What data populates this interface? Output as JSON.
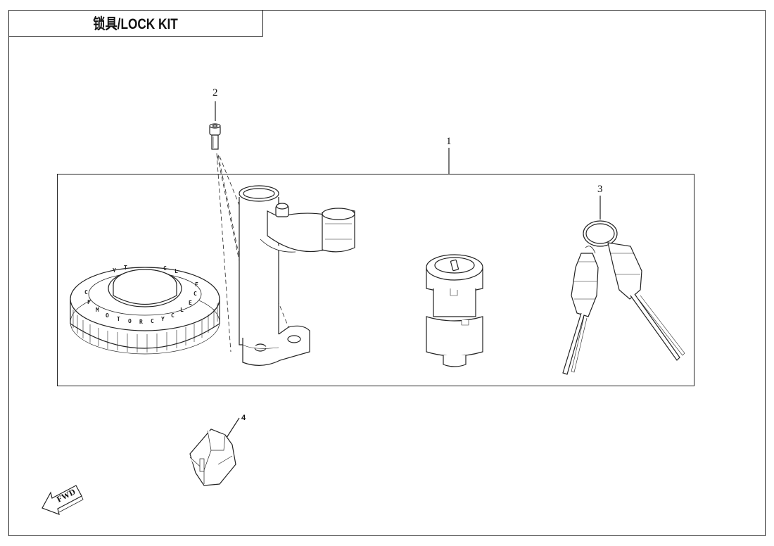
{
  "title": "锁具/LOCK KIT",
  "callouts": {
    "part1": "1",
    "part2": "2",
    "part3": "3",
    "part4": "4"
  },
  "fwd_label": "FWD",
  "cap_engraving": "CFMOTO MOTORCYCLE"
}
